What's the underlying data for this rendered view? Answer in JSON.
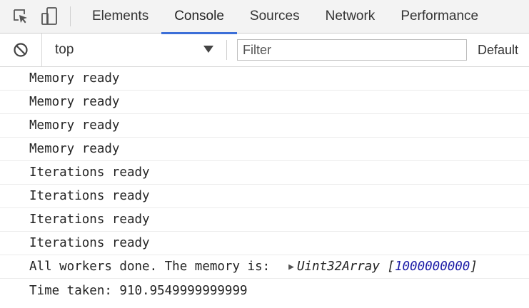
{
  "tabs": [
    {
      "label": "Elements",
      "active": false
    },
    {
      "label": "Console",
      "active": true
    },
    {
      "label": "Sources",
      "active": false
    },
    {
      "label": "Network",
      "active": false
    },
    {
      "label": "Performance",
      "active": false
    }
  ],
  "toolbar": {
    "context": "top",
    "filter_placeholder": "Filter",
    "filter_value": "",
    "levels": "Default"
  },
  "console": {
    "messages": [
      "Memory ready",
      "Memory ready",
      "Memory ready",
      "Memory ready",
      "Iterations ready",
      "Iterations ready",
      "Iterations ready",
      "Iterations ready"
    ],
    "workers_done": {
      "text": "All workers done. The memory is:",
      "array_type": "Uint32Array",
      "open_bracket": "[",
      "length": "1000000000",
      "close_bracket": "]"
    },
    "time_taken": "Time taken: 910.9549999999999"
  },
  "colors": {
    "active_tab_underline": "#3c6fd8",
    "array_length": "#1a1aa6"
  },
  "icons": [
    "inspect-element-icon",
    "device-toolbar-icon",
    "clear-console-icon",
    "dropdown-arrow-icon",
    "expand-triangle-icon"
  ]
}
